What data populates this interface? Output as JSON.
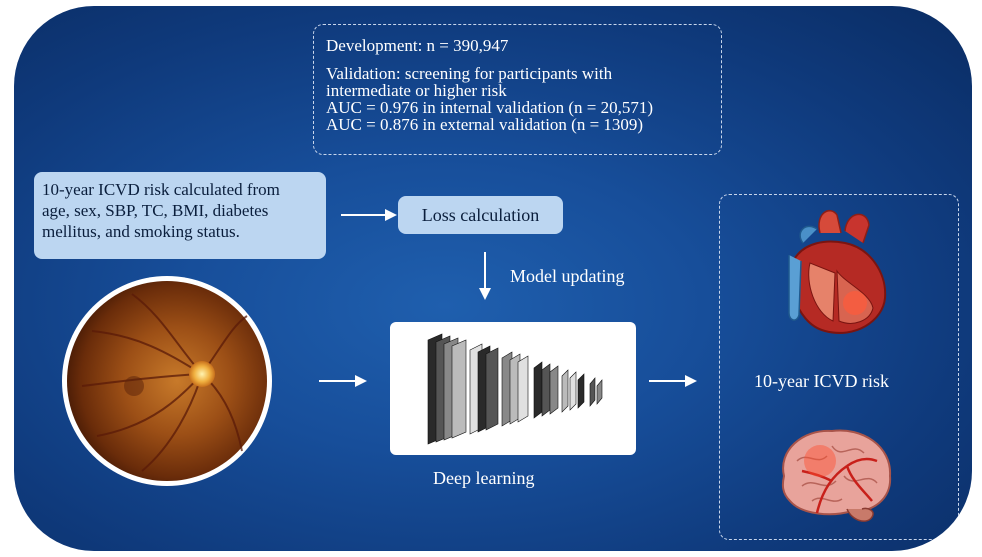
{
  "stats_box": {
    "development": "Development: n = 390,947",
    "validation": "Validation: screening for participants with\nintermediate or higher risk\nAUC = 0.976 in internal validation (n = 20,571)\nAUC = 0.876 in external validation (n = 1309)"
  },
  "input_box": {
    "text": "10-year ICVD risk calculated from\nage, sex, SBP, TC, BMI, diabetes\nmellitus, and smoking status."
  },
  "loss_pill": {
    "label": "Loss calculation"
  },
  "model_update": {
    "label": "Model updating"
  },
  "deep_learning": {
    "label": "Deep learning"
  },
  "output": {
    "label": "10-year ICVD risk"
  },
  "colors": {
    "panel_background": "#174e9a",
    "pill_fill": "#bcd6f1",
    "heart_red": "#c8342e",
    "brain_pink": "#e8a39b"
  }
}
